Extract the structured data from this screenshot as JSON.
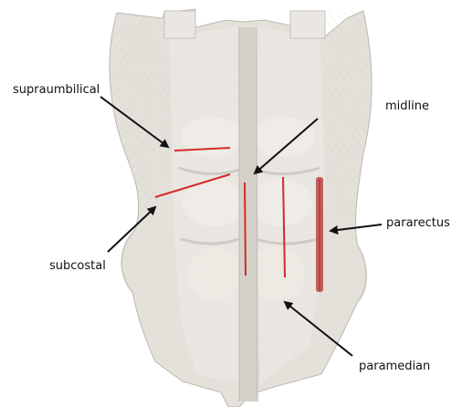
{
  "labels": {
    "supraumbilical": "supraumbilical",
    "midline": "midline",
    "subcostal": "subcostal",
    "pararectus": "pararectus",
    "paramedian": "paramedian"
  },
  "colors": {
    "background": "#ffffff",
    "tissue": "#e6e3dd",
    "tissue_shadow": "#c9c5be",
    "tissue_highlight": "#f1efeb",
    "incision": "#d42a2a",
    "pararectus_band": "#b24a4a",
    "arrow": "#111111"
  }
}
